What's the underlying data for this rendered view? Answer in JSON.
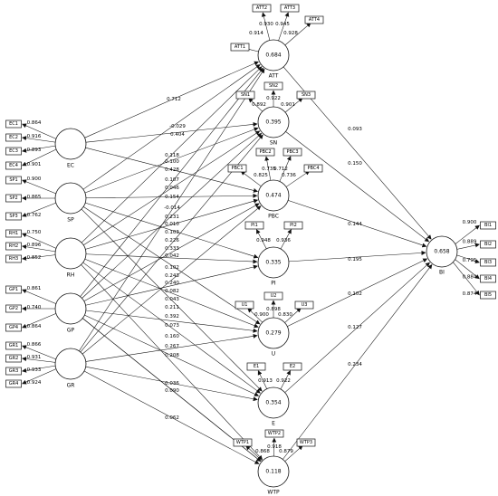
{
  "exogenous": [
    {
      "id": "EC",
      "label": "EC",
      "indicators": [
        {
          "name": "EC1",
          "loading": "0.864"
        },
        {
          "name": "EC2",
          "loading": "0.916"
        },
        {
          "name": "EC3",
          "loading": "0.893"
        },
        {
          "name": "EC4",
          "loading": "0.901"
        }
      ]
    },
    {
      "id": "SP",
      "label": "SP",
      "indicators": [
        {
          "name": "SP1",
          "loading": "0.900"
        },
        {
          "name": "SP2",
          "loading": "0.865"
        },
        {
          "name": "SP3",
          "loading": "0.762"
        }
      ]
    },
    {
      "id": "RH",
      "label": "RH",
      "indicators": [
        {
          "name": "RH1",
          "loading": "0.750"
        },
        {
          "name": "RH2",
          "loading": "0.896"
        },
        {
          "name": "RH3",
          "loading": "0.852"
        }
      ]
    },
    {
      "id": "GP",
      "label": "GP",
      "indicators": [
        {
          "name": "GP1",
          "loading": "0.861"
        },
        {
          "name": "GP2",
          "loading": "0.740"
        },
        {
          "name": "GP4",
          "loading": "0.864"
        }
      ]
    },
    {
      "id": "GR",
      "label": "GR",
      "indicators": [
        {
          "name": "GR1",
          "loading": "0.866"
        },
        {
          "name": "GR2",
          "loading": "0.931"
        },
        {
          "name": "GR3",
          "loading": "0.933"
        },
        {
          "name": "GR4",
          "loading": "0.924"
        }
      ]
    }
  ],
  "mediators": [
    {
      "id": "ATT",
      "label": "ATT",
      "r2": "0.684",
      "indicators": [
        {
          "name": "ATT1",
          "loading": "0.914"
        },
        {
          "name": "ATT2",
          "loading": "0.930"
        },
        {
          "name": "ATT3",
          "loading": "0.945"
        },
        {
          "name": "ATT4",
          "loading": "0.928"
        }
      ]
    },
    {
      "id": "SN",
      "label": "SN",
      "r2": "0.395",
      "indicators": [
        {
          "name": "SN1",
          "loading": "0.892"
        },
        {
          "name": "SN2",
          "loading": "0.922"
        },
        {
          "name": "SN3",
          "loading": "0.901"
        }
      ]
    },
    {
      "id": "PBC",
      "label": "PBC",
      "r2": "0.474",
      "indicators": [
        {
          "name": "PBC1",
          "loading": "0.825"
        },
        {
          "name": "PBC2",
          "loading": "0.735"
        },
        {
          "name": "PBC3",
          "loading": "0.712"
        },
        {
          "name": "PBC4",
          "loading": "0.736"
        }
      ]
    },
    {
      "id": "PI",
      "label": "PI",
      "r2": "0.335",
      "indicators": [
        {
          "name": "PI1",
          "loading": "0.948"
        },
        {
          "name": "PI2",
          "loading": "0.936"
        }
      ]
    },
    {
      "id": "U",
      "label": "U",
      "r2": "0.279",
      "indicators": [
        {
          "name": "U1",
          "loading": "0.900"
        },
        {
          "name": "U2",
          "loading": "0.898"
        },
        {
          "name": "U3",
          "loading": "0.830"
        }
      ]
    },
    {
      "id": "E",
      "label": "E",
      "r2": "0.354",
      "indicators": [
        {
          "name": "E1",
          "loading": "0.913"
        },
        {
          "name": "E2",
          "loading": "0.922"
        }
      ]
    },
    {
      "id": "WTP",
      "label": "WTP",
      "r2": "0.118",
      "indicators": [
        {
          "name": "WTP1",
          "loading": "0.868"
        },
        {
          "name": "WTP2",
          "loading": "0.918"
        },
        {
          "name": "WTP3",
          "loading": "0.879"
        }
      ]
    }
  ],
  "outcome": {
    "id": "BI",
    "label": "BI",
    "r2": "0.658",
    "indicators": [
      {
        "name": "BI1",
        "loading": "0.900"
      },
      {
        "name": "BI2",
        "loading": "0.889"
      },
      {
        "name": "BI3",
        "loading": "0.795"
      },
      {
        "name": "BI4",
        "loading": "0.884"
      },
      {
        "name": "BI5",
        "loading": "0.874"
      }
    ]
  },
  "paths_to_bi": [
    {
      "from": "ATT",
      "coef": "0.093"
    },
    {
      "from": "SN",
      "coef": "0.150"
    },
    {
      "from": "PBC",
      "coef": "0.144"
    },
    {
      "from": "PI",
      "coef": "0.195"
    },
    {
      "from": "U",
      "coef": "0.102"
    },
    {
      "from": "E",
      "coef": "0.127"
    },
    {
      "from": "WTP",
      "coef": "0.234"
    }
  ],
  "paths_exogenous": [
    {
      "from": "EC",
      "coef": "0.712"
    },
    {
      "from": "EC",
      "coef": "-0.029"
    },
    {
      "from": "EC",
      "coef": "0.404"
    },
    {
      "from": "SP",
      "coef": "0.118"
    },
    {
      "from": "SP",
      "coef": "0.100"
    },
    {
      "from": "SP",
      "coef": "0.428"
    },
    {
      "from": "SP",
      "coef": "0.107"
    },
    {
      "from": "SP",
      "coef": "0.046"
    },
    {
      "from": "SP",
      "coef": "0.154"
    },
    {
      "from": "RH",
      "coef": "-0.014"
    },
    {
      "from": "RH",
      "coef": "0.231"
    },
    {
      "from": "RH",
      "coef": "0.010"
    },
    {
      "from": "RH",
      "coef": "0.103"
    },
    {
      "from": "RH",
      "coef": "0.226"
    },
    {
      "from": "RH",
      "coef": "0.333"
    },
    {
      "from": "RH",
      "coef": "0.042"
    },
    {
      "from": "GP",
      "coef": "0.102"
    },
    {
      "from": "GP",
      "coef": "0.243"
    },
    {
      "from": "GP",
      "coef": "0.240"
    },
    {
      "from": "GP",
      "coef": "0.082"
    },
    {
      "from": "GP",
      "coef": "0.043"
    },
    {
      "from": "GP",
      "coef": "0.211"
    },
    {
      "from": "GP",
      "coef": "0.392"
    },
    {
      "from": "GP",
      "coef": "0.073"
    },
    {
      "from": "GR",
      "coef": "0.160"
    },
    {
      "from": "GR",
      "coef": "0.267"
    },
    {
      "from": "GR",
      "coef": "0.208"
    },
    {
      "from": "GR",
      "coef": "0.036"
    },
    {
      "from": "GR",
      "coef": "0.090"
    },
    {
      "from": "GR",
      "coef": "0.062"
    }
  ]
}
